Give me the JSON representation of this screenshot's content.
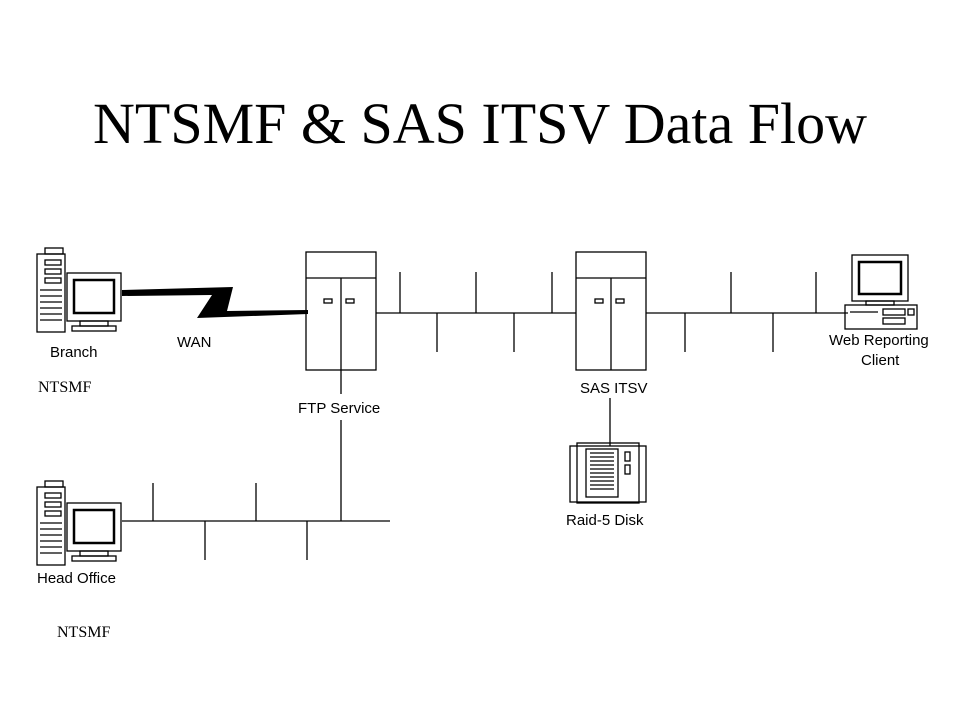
{
  "title": "NTSMF & SAS ITSV Data Flow",
  "nodes": {
    "branch": "Branch",
    "wan": "WAN",
    "ftp": "FTP Service",
    "sas": "SAS ITSV",
    "client_line1": "Web Reporting",
    "client_line2": "Client",
    "raid": "Raid-5 Disk",
    "head_office": "Head Office"
  },
  "sources": {
    "branch_source": "NTSMF",
    "head_office_source": "NTSMF"
  }
}
